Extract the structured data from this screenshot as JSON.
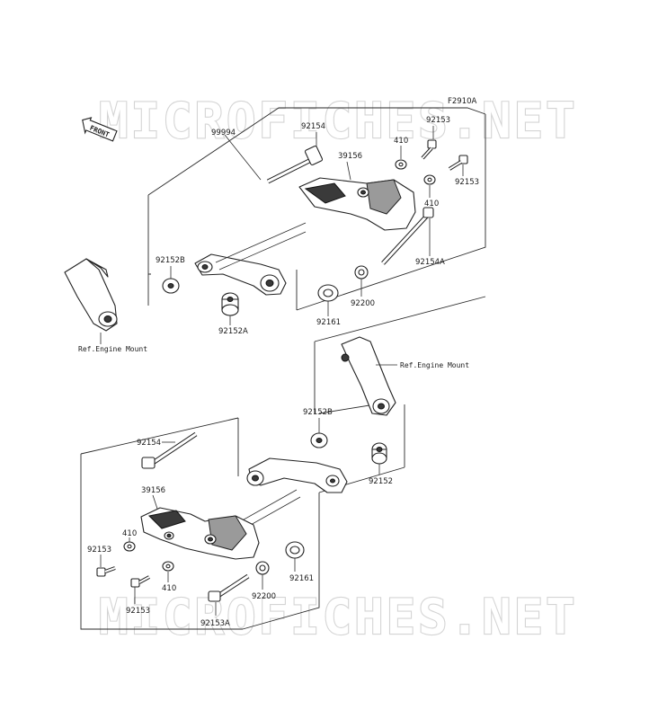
{
  "figure_code": "F2910A",
  "front_badge": "FRONT",
  "watermark_text": "MICROFICHES.NET",
  "references": {
    "engine_mount_left": "Ref.Engine Mount",
    "engine_mount_right": "Ref.Engine Mount"
  },
  "upper_assembly": {
    "p99994": "99994",
    "p92154": "92154",
    "p39156": "39156",
    "p410_a": "410",
    "p92153_a": "92153",
    "p92153_b": "92153",
    "p410_b": "410",
    "p92152B": "92152B",
    "p92152A": "92152A",
    "p92154A": "92154A",
    "p92161": "92161",
    "p92200": "92200"
  },
  "lower_assembly": {
    "p92152B": "92152B",
    "p92154": "92154",
    "p92152": "92152",
    "p39156": "39156",
    "p410_a": "410",
    "p92153_a": "92153",
    "p410_b": "410",
    "p92153_b": "92153",
    "p92161": "92161",
    "p92200": "92200",
    "p92153A": "92153A"
  }
}
